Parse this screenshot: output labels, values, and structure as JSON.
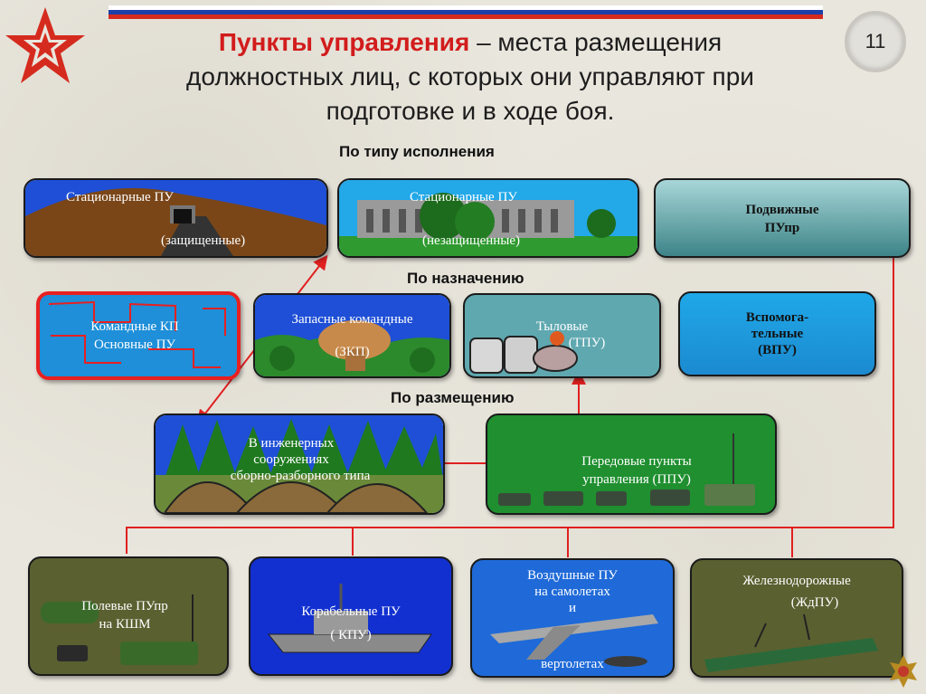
{
  "slide_number": "11",
  "title": {
    "highlight": "Пункты управления",
    "rest_line1": " – места размещения",
    "line2": "должностных лиц, с которых они управляют при",
    "line3": "подготовке и в ходе боя."
  },
  "sections": {
    "by_execution": "По типу исполнения",
    "by_purpose": "По назначению",
    "by_placement": "По размещению"
  },
  "cards": {
    "stationary_protected": {
      "line1": "Стационарные ПУ",
      "line2": "(защищенные)"
    },
    "stationary_unprotected": {
      "line1": "Стационарные ПУ",
      "line2": "(незащищенные)"
    },
    "mobile": {
      "line1": "Подвижные",
      "line2": "ПУпр"
    },
    "command": {
      "line1": "Командные КП",
      "line2": "Основные ПУ"
    },
    "reserve": {
      "line1": "Запасные командные",
      "line2": "(ЗКП)"
    },
    "rear": {
      "line1": "Тыловые",
      "line2": "(ТПУ)"
    },
    "auxiliary": {
      "line1": "Вспомога-",
      "line2": "тельные",
      "line3": "(ВПУ)"
    },
    "engineering": {
      "line1": "В инженерных",
      "line2": "сооружениях",
      "line3": "сборно-разборного типа"
    },
    "forward": {
      "line1": "Передовые пункты",
      "line2": "управления (ППУ)"
    },
    "field": {
      "line1": "Полевые ПУпр",
      "line2": "на  КШМ"
    },
    "ship": {
      "line1": "Корабельные ПУ",
      "line2": "( КПУ)"
    },
    "air": {
      "line1": "Воздушные ПУ",
      "line2": "на самолетах",
      "line3": "и",
      "line4": "вертолетах"
    },
    "rail": {
      "line1": "Железнодорожные",
      "line2": "(ЖдПУ)"
    }
  },
  "colors": {
    "accent_red": "#d21c1c",
    "connector_red": "#e02020",
    "flag_white": "#ffffff",
    "flag_blue": "#1c3fa8",
    "flag_red": "#d52b1e"
  },
  "icons": [
    "army-star-icon",
    "emblem-icon"
  ]
}
